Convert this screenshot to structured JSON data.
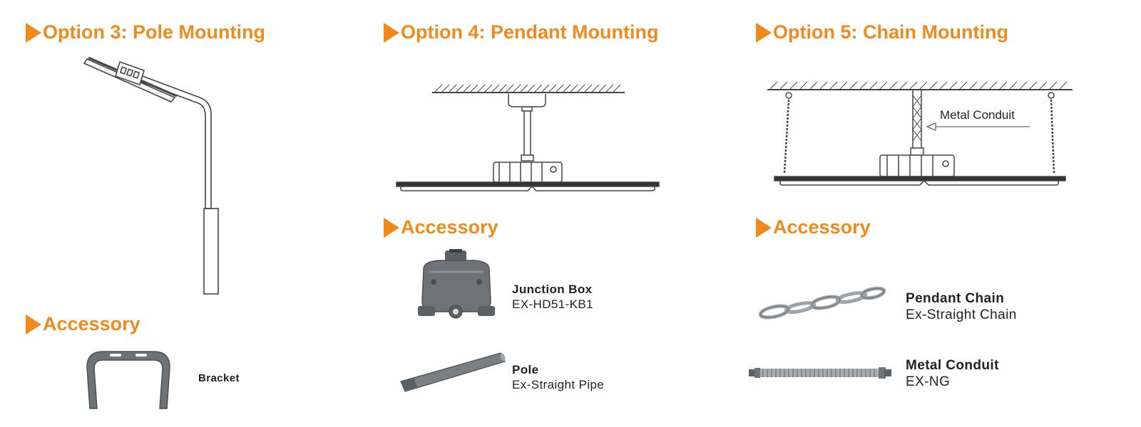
{
  "colors": {
    "accent": "#f08a1c",
    "line": "#444444",
    "metal": "#6e7378",
    "metal_dark": "#4a4f54",
    "text": "#222222"
  },
  "sections": {
    "pole": {
      "title": "Option 3: Pole Mounting",
      "accessory_heading": "Accessory",
      "accessories": [
        {
          "name": "Bracket",
          "icon": "bracket-icon"
        }
      ]
    },
    "pendant": {
      "title": "Option 4: Pendant Mounting",
      "accessory_heading": "Accessory",
      "accessories": [
        {
          "name": "Junction Box",
          "code": "EX-HD51-KB1",
          "icon": "junction-box-icon"
        },
        {
          "name": "Pole",
          "code": "Ex-Straight Pipe",
          "icon": "pipe-icon"
        }
      ]
    },
    "chain": {
      "title": "Option 5: Chain Mounting",
      "callout": "Metal Conduit",
      "accessory_heading": "Accessory",
      "accessories": [
        {
          "name": "Pendant Chain",
          "code": "Ex-Straight Chain",
          "icon": "chain-icon"
        },
        {
          "name": "Metal Conduit",
          "code": "EX-NG",
          "icon": "flexible-conduit-icon"
        }
      ]
    }
  }
}
